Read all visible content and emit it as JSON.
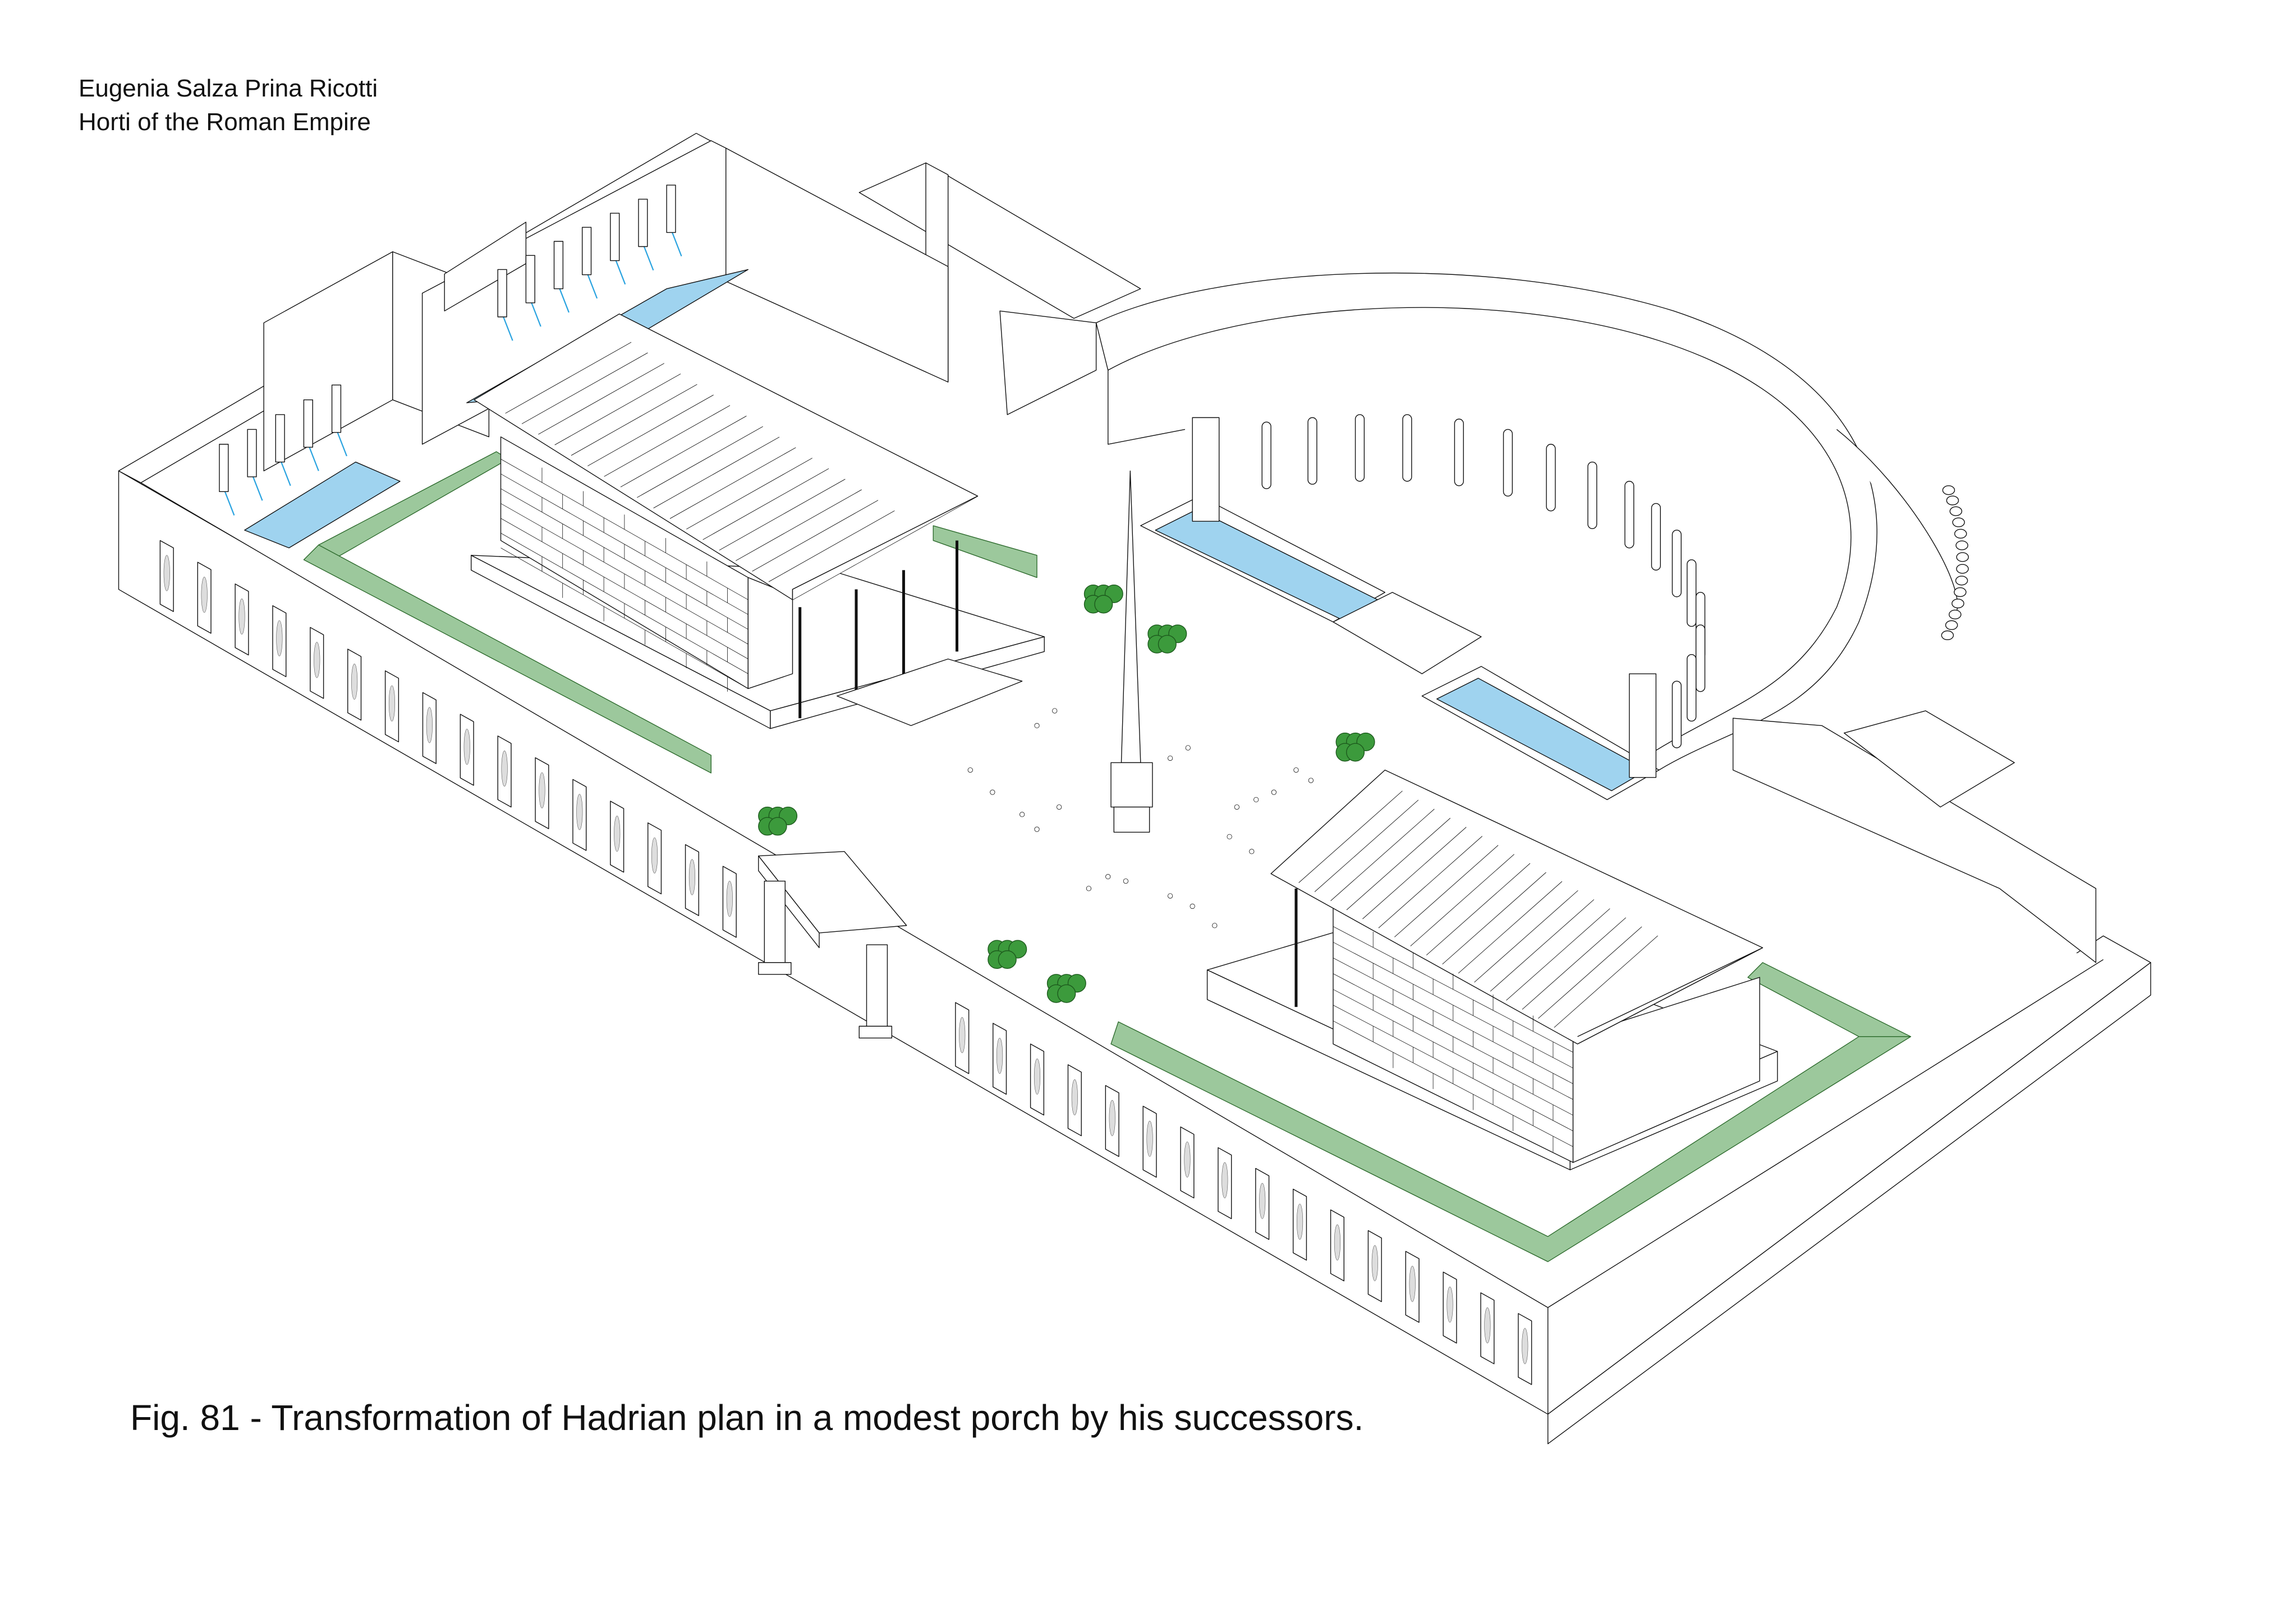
{
  "header": {
    "author": "Eugenia Salza Prina Ricotti",
    "book": "Horti of the Roman Empire"
  },
  "caption": {
    "text": "Fig. 81 - Transformation of Hadrian plan in a modest porch  by his successors."
  },
  "palette": {
    "line": "#111111",
    "lawn": "#9cc89c",
    "water": "#9fd3ef",
    "fountain_jet": "#2aa3e0",
    "shrub": "#3c9a3c",
    "paving": "#ffffff"
  }
}
